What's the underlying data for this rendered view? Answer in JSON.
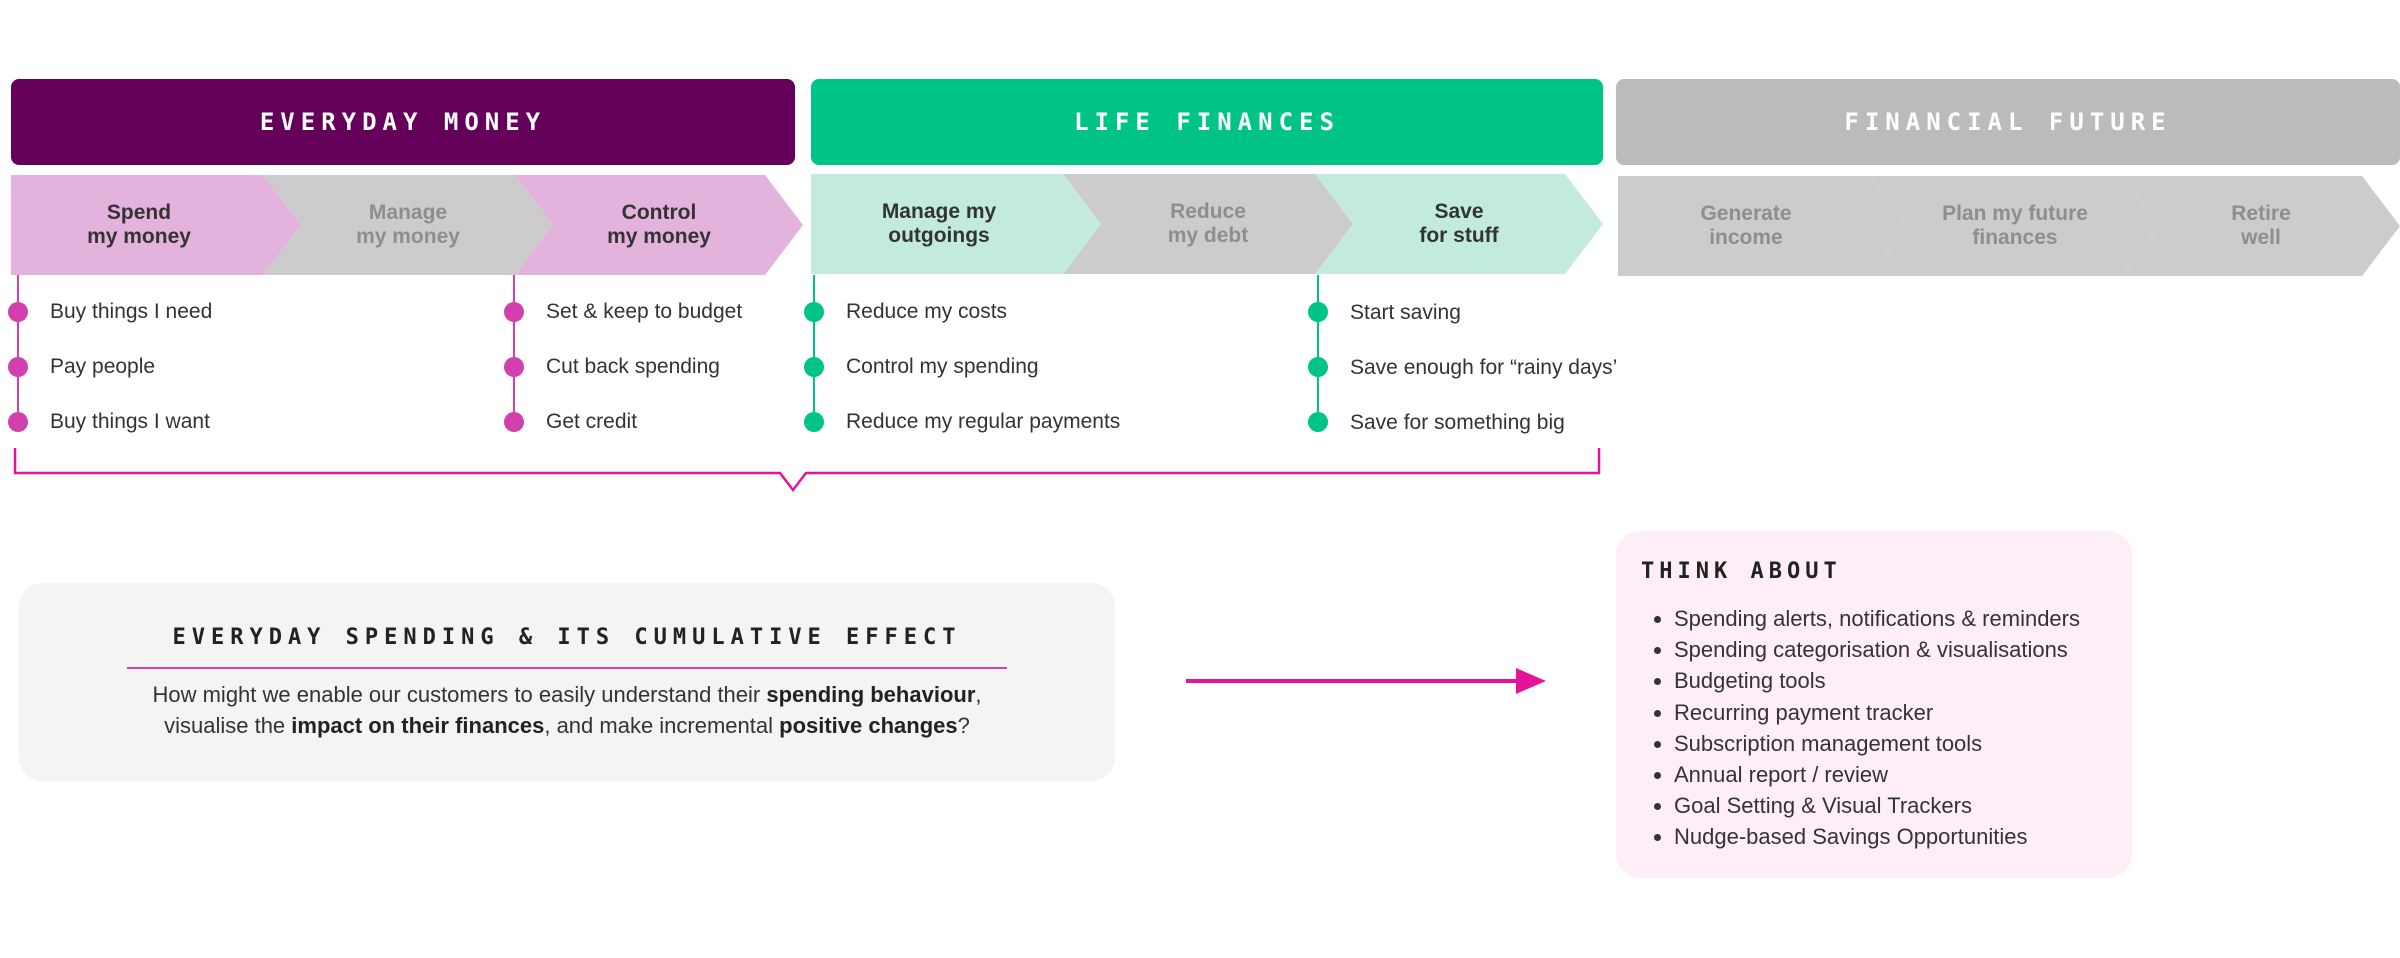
{
  "headers": [
    {
      "label": "EVERYDAY MONEY",
      "color": "#65005a"
    },
    {
      "label": "LIFE FINANCES",
      "color": "#00c386"
    },
    {
      "label": "FINANCIAL FUTURE",
      "color": "#bbbbbb"
    }
  ],
  "stages": [
    {
      "label": "Spend\nmy money",
      "fill": "#e3b3de",
      "text_color": "#333333"
    },
    {
      "label": "Manage\nmy money",
      "fill": "#cccccc",
      "text_color": "#8e8e8e"
    },
    {
      "label": "Control\nmy money",
      "fill": "#e3b3de",
      "text_color": "#333333"
    },
    {
      "label": "Manage my\noutgoings",
      "fill": "#c2ebdd",
      "text_color": "#333333"
    },
    {
      "label": "Reduce\nmy debt",
      "fill": "#cccccc",
      "text_color": "#8e8e8e"
    },
    {
      "label": "Save\nfor stuff",
      "fill": "#c2ebdd",
      "text_color": "#333333"
    },
    {
      "label": "Generate\nincome",
      "fill": "#cccccc",
      "text_color": "#8e8e8e"
    },
    {
      "label": "Plan my future\nfinances",
      "fill": "#cccccc",
      "text_color": "#8e8e8e"
    },
    {
      "label": "Retire\nwell",
      "fill": "#cccccc",
      "text_color": "#8e8e8e"
    }
  ],
  "item_groups": [
    {
      "stage": "Spend my money",
      "color": "#d23fae",
      "items": [
        "Buy things I need",
        "Pay people",
        "Buy things I want"
      ]
    },
    {
      "stage": "Control my money",
      "color": "#d23fae",
      "items": [
        "Set & keep to budget",
        "Cut back spending",
        "Get credit"
      ]
    },
    {
      "stage": "Manage my outgoings",
      "color": "#00c386",
      "items": [
        "Reduce my costs",
        "Control my spending",
        "Reduce my regular payments"
      ]
    },
    {
      "stage": "Save for stuff",
      "color": "#00c386",
      "items": [
        "Start saving",
        "Save enough for “rainy days’",
        "Save for something big"
      ]
    }
  ],
  "bracket_color": "#e5139a",
  "focus_panel": {
    "title": "EVERYDAY SPENDING & ITS CUMULATIVE EFFECT",
    "body": {
      "t1": "How might we enable our customers to easily understand their ",
      "b1": "spending behaviour",
      "t2": ",",
      "t3": "visualise the ",
      "b2": "impact on their finances",
      "t4": ", and make incremental ",
      "b3": "positive changes",
      "t5": "?"
    }
  },
  "arrow_color": "#e5139a",
  "think_about": {
    "title": "THINK ABOUT",
    "items": [
      "Spending alerts, notifications & reminders",
      "Spending categorisation & visualisations",
      "Budgeting tools",
      " Recurring payment tracker",
      "Subscription management tools",
      "Annual report / review",
      "Goal Setting & Visual Trackers",
      "Nudge-based Savings Opportunities"
    ]
  }
}
